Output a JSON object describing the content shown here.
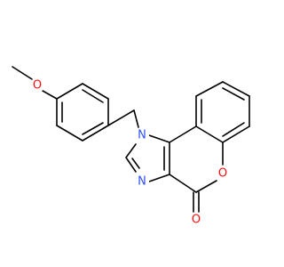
{
  "molecule": {
    "atoms": [
      {
        "id": "O_methoxy",
        "label": "O",
        "color": "#ff0d0d"
      },
      {
        "id": "N1",
        "label": "N",
        "color": "#3050f8"
      },
      {
        "id": "N3",
        "label": "N",
        "color": "#3050f8"
      },
      {
        "id": "O_ring",
        "label": "O",
        "color": "#ff0d0d"
      },
      {
        "id": "O_carbonyl",
        "label": "O",
        "color": "#ff0d0d"
      }
    ],
    "bond_color": "#000000"
  }
}
